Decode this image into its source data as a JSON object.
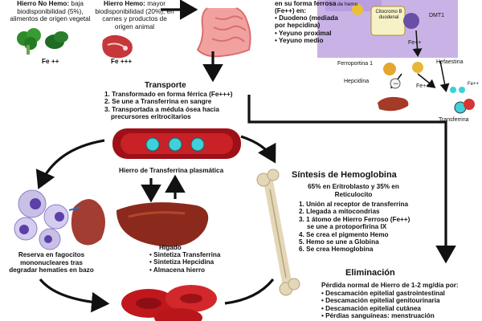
{
  "top_left": {
    "no_hemo": {
      "title": "Hierro No Hemo:",
      "desc": "baja biodisponibilidad (5%), alimentos de origen vegetal",
      "tag": "Fe ++"
    },
    "hemo": {
      "title": "Hierro Hemo:",
      "desc": "mayor biodisponibilidad (20%), en carnes y productos de origen animal",
      "tag": "Fe +++"
    }
  },
  "absorption": {
    "line1": "en su forma ferrosa",
    "line2": "(Fe++) en:",
    "items": [
      "Duodeno (mediada por hepcidina)",
      "Yeyuno proximal",
      "Yeyuno medio"
    ]
  },
  "cell_diagram": {
    "hemo_label": "de hemo",
    "cytochrome": "Citocromo B duodenal",
    "dmt1": "DMT1",
    "fe_pp": "Fe++",
    "ferroportin": "Ferroportina 1",
    "hefaestina": "Hefaestina",
    "hepcidina": "Hepcidina",
    "fe_ppp": "Fe+++",
    "fe_pp2": "Fe++",
    "transferrin": "Transferrina"
  },
  "transport": {
    "title": "Transporte",
    "items": [
      "1. Transformado en forma férrica (Fe+++)",
      "2. Se une a Transferrina en sangre",
      "3. Transportada a médula ósea hacia",
      "precursores eritrocitarios"
    ]
  },
  "vessel_label": "Hierro de Transferrina plasmática",
  "liver": {
    "title": "Hígado",
    "items": [
      "Sintetiza Transferrina",
      "Sintetiza Hepcidina",
      "Almacena hierro"
    ]
  },
  "reserve": [
    "Reserva en fagocitos",
    "mononucleares tras",
    "degradar hematíes en bazo"
  ],
  "synthesis": {
    "title": "Síntesis de Hemoglobina",
    "sub": [
      "65% en Eritroblasto y 35% en",
      "Reticulocito"
    ],
    "items": [
      "1. Unión al receptor de transferrina",
      "2. Llegada a mitocondrias",
      "3. 1 átomo de Hierro Ferroso (Fe++)",
      "se une a protoporfirina IX",
      "4. Se crea el pigmento Hemo",
      "5. Hemo se une a Globina",
      "6. Se crea Hemoglobina"
    ]
  },
  "elimination": {
    "title": "Eliminación",
    "sub": "Pérdida normal de Hierro de 1-2 mg/día por:",
    "items": [
      "Descamación epitelial gastrointestinal",
      "Descamación epitelial genitourinaria",
      "Descamación epitelial cutánea",
      "Pérdias sanguíneas: menstruación"
    ]
  },
  "colors": {
    "arrow": "#111111",
    "blood": "#c0171d",
    "liver": "#8b2a1c",
    "purple": "#b49ad8",
    "cyan": "#3fd0d8",
    "bone": "#e4d7b7"
  }
}
